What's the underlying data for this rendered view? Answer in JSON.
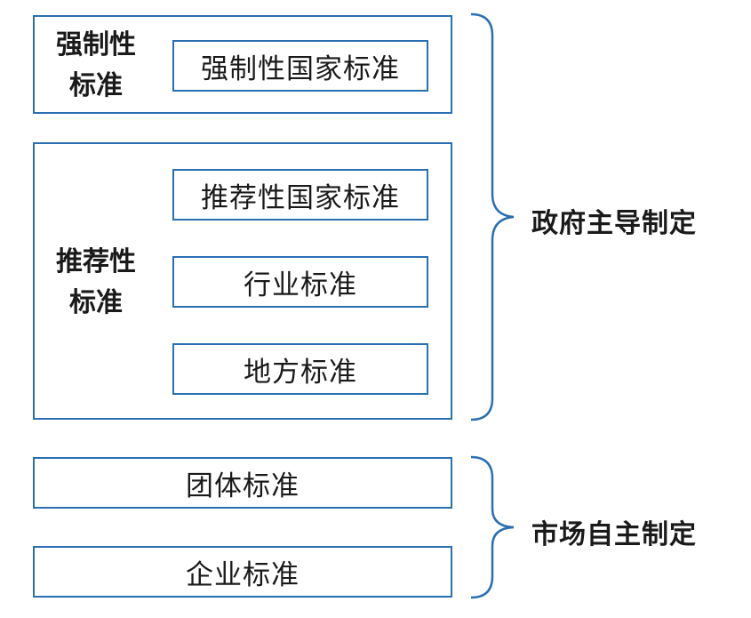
{
  "mandatory": {
    "label_line1": "强制性",
    "label_line2": "标准",
    "items": [
      "强制性国家标准"
    ]
  },
  "recommended": {
    "label_line1": "推荐性",
    "label_line2": "标准",
    "items": [
      "推荐性国家标准",
      "行业标准",
      "地方标准"
    ]
  },
  "market": {
    "items": [
      "团体标准",
      "企业标准"
    ]
  },
  "brace_labels": {
    "government": "政府主导制定",
    "market": "市场自主制定"
  },
  "colors": {
    "border": "#2a6fb3",
    "text": "#1a1a1a"
  }
}
